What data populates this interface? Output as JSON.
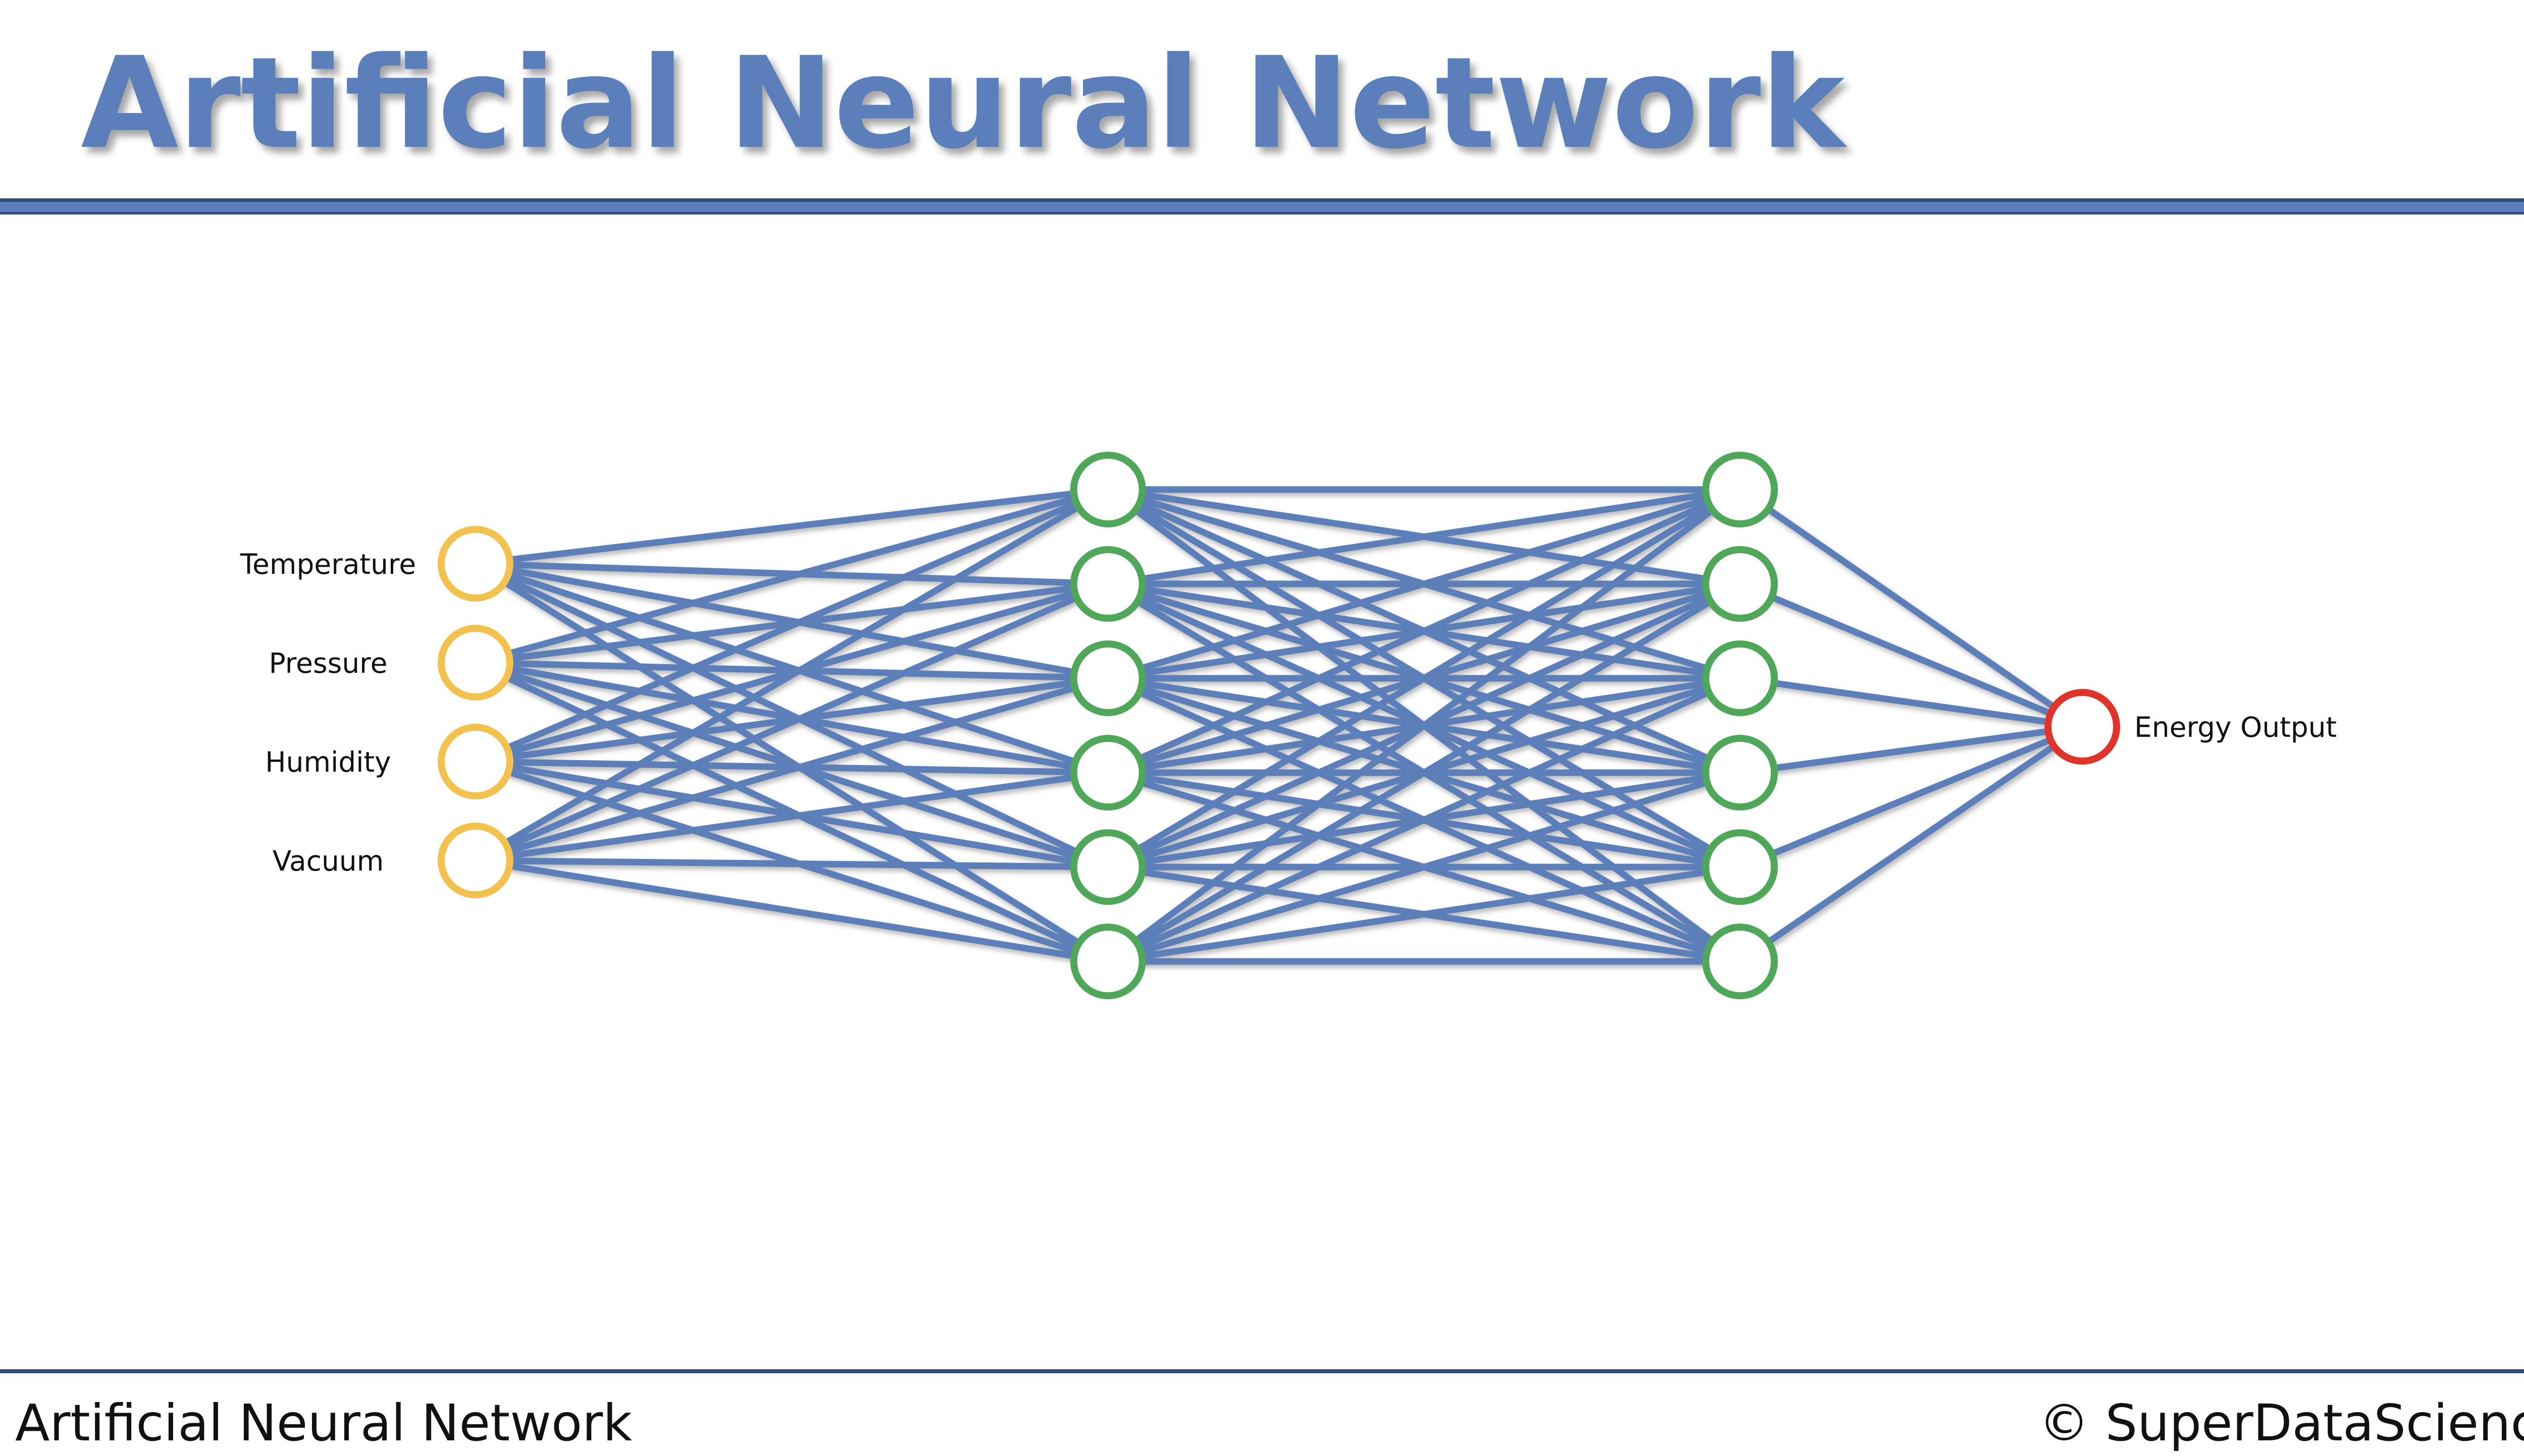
{
  "title": "Artificial Neural Network",
  "footer": {
    "left": "Artificial Neural Network",
    "right": "© SuperDataScience"
  },
  "network": {
    "input_labels": [
      "Temperature",
      "Pressure",
      "Humidity",
      "Vacuum"
    ],
    "hidden_layer_1_size": 6,
    "hidden_layer_2_size": 6,
    "output_label": "Energy Output",
    "colors": {
      "input": "#f2c14e",
      "hidden": "#4fa85a",
      "output": "#e0342a",
      "edge": "#5b7fba",
      "title": "#5b7fba",
      "rule": "#2d4b7e"
    }
  }
}
